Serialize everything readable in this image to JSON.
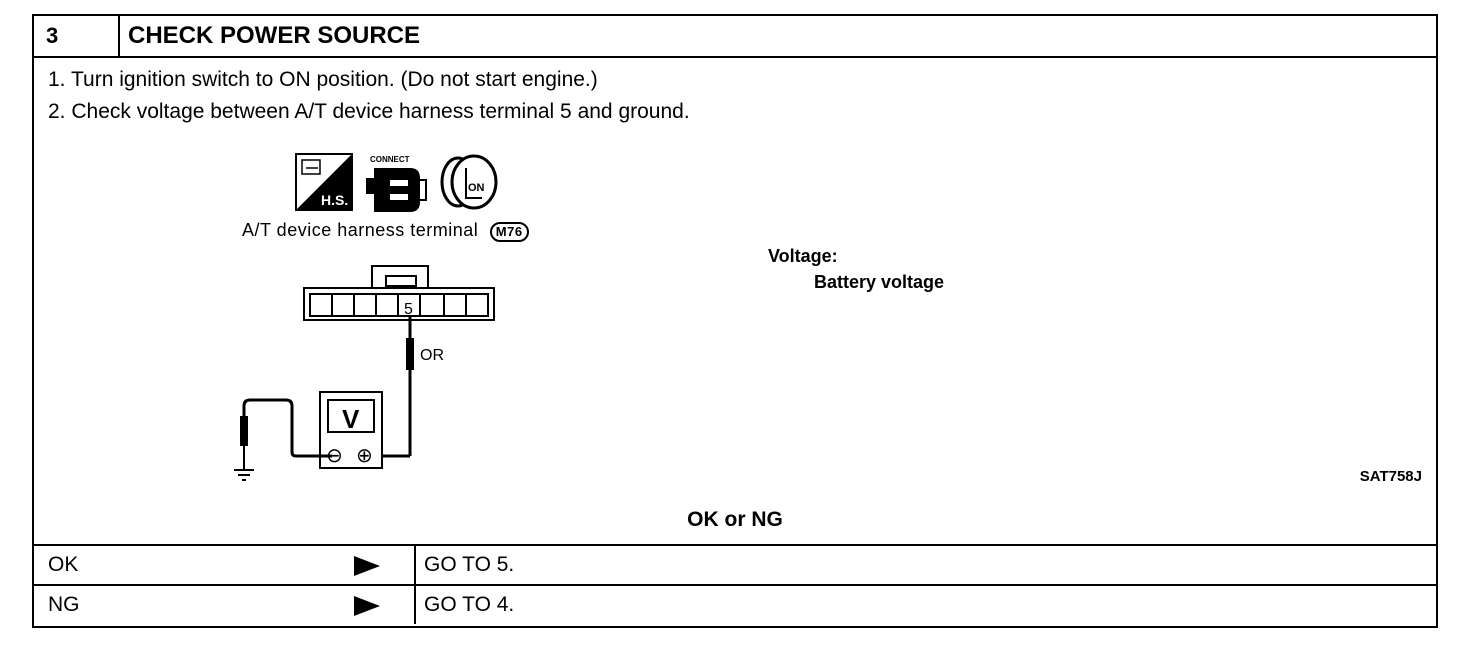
{
  "header": {
    "step_number": "3",
    "title": "CHECK POWER SOURCE"
  },
  "instructions": [
    "1.  Turn ignition switch to ON position. (Do not start engine.)",
    "2.  Check voltage between A/T device harness terminal 5 and ground."
  ],
  "diagram": {
    "icons": [
      "harness-service-icon",
      "connect-icon",
      "ignition-on-icon"
    ],
    "icon_texts": {
      "hs": "H.S.",
      "connect": "CONNECT",
      "on": "ON"
    },
    "connector_label": "A/T device harness terminal",
    "connector_id": "M76",
    "terminal_number": "5",
    "wire_color": "OR",
    "meter_symbol": "V",
    "minus": "⊖",
    "plus": "⊕"
  },
  "spec": {
    "label": "Voltage:",
    "value": "Battery voltage"
  },
  "figure_ref": "SAT758J",
  "result_title": "OK or NG",
  "results": [
    {
      "condition": "OK",
      "action": "GO TO 5."
    },
    {
      "condition": "NG",
      "action": "GO TO 4."
    }
  ]
}
